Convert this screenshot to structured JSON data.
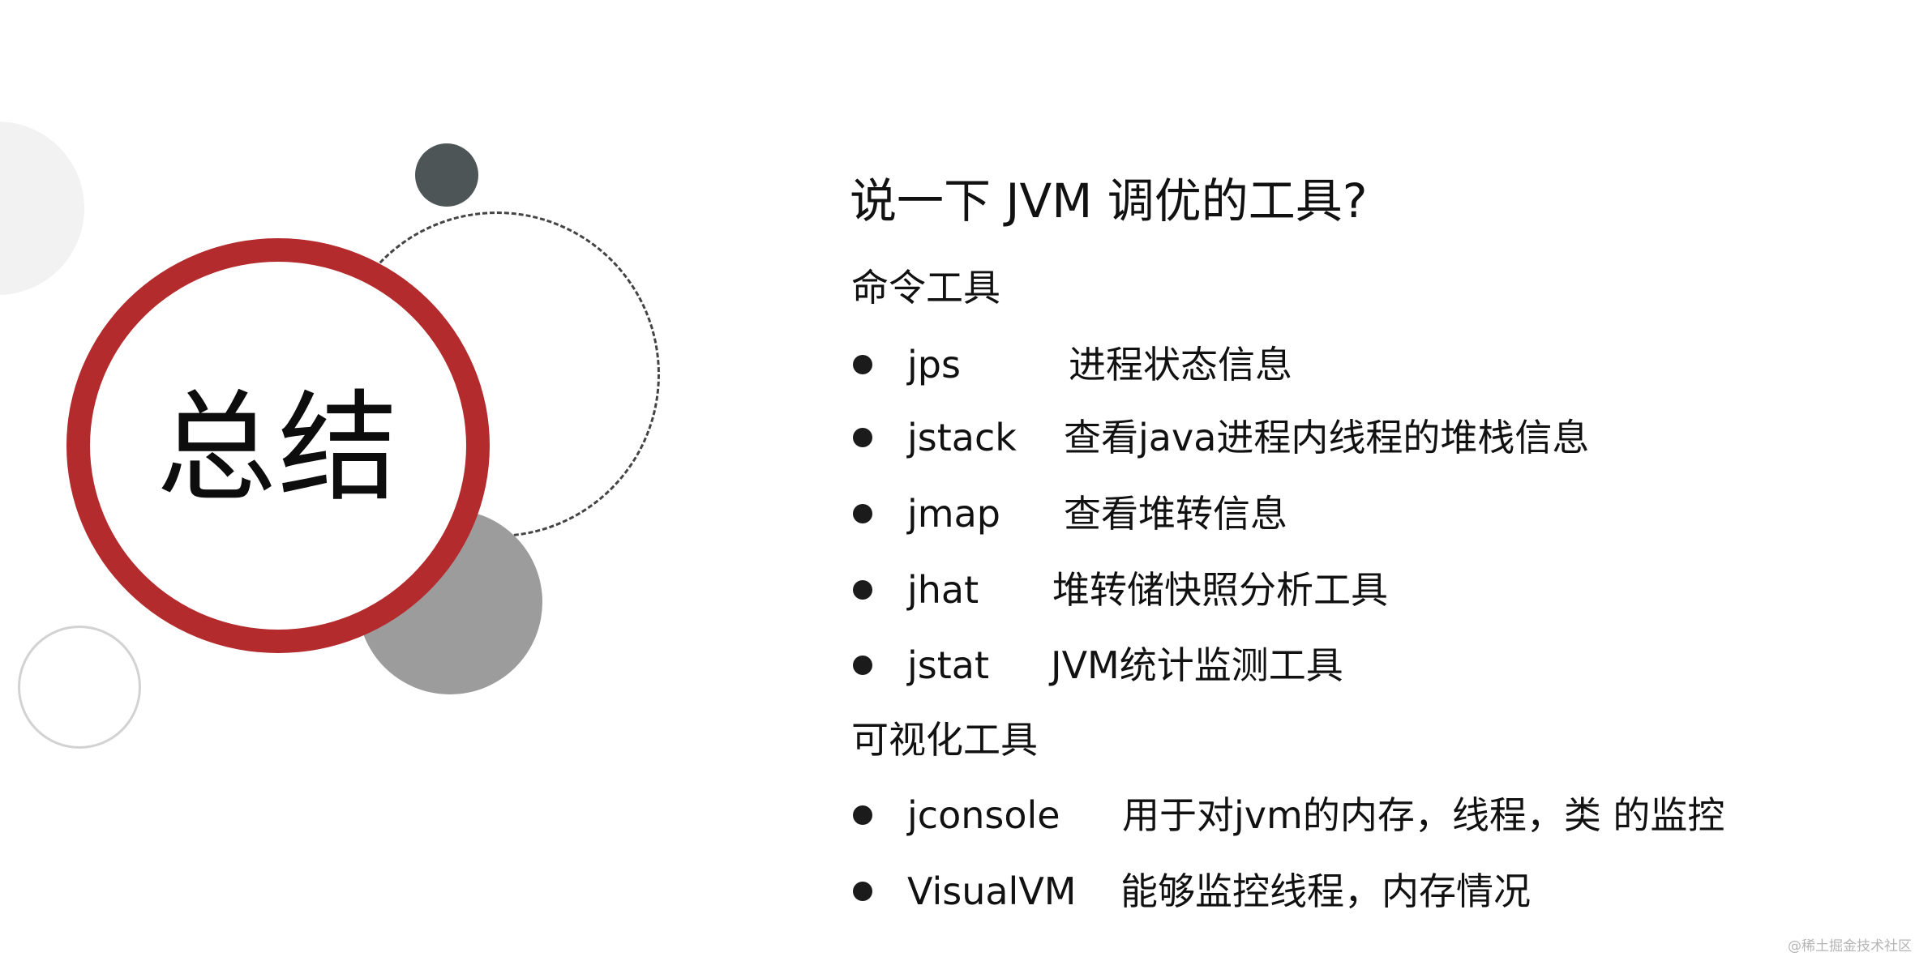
{
  "summary_title": "总结",
  "question": "说一下 JVM 调优的工具?",
  "command_tools": {
    "label": "命令工具",
    "items": [
      {
        "name": "jps",
        "desc": "进程状态信息"
      },
      {
        "name": "jstack",
        "desc": "查看java进程内线程的堆栈信息"
      },
      {
        "name": "jmap",
        "desc": "查看堆转信息"
      },
      {
        "name": "jhat",
        "desc": "堆转储快照分析工具"
      },
      {
        "name": "jstat",
        "desc": "JVM统计监测工具"
      }
    ]
  },
  "visual_tools": {
    "label": "可视化工具",
    "items": [
      {
        "name": "jconsole",
        "desc": "用于对jvm的内存，线程，类 的监控"
      },
      {
        "name": "VisualVM",
        "desc": "能够监控线程，内存情况"
      }
    ]
  },
  "watermark": "@稀土掘金技术社区",
  "colors": {
    "accent_red": "#b42b2d",
    "dark_circle": "#4d5557",
    "gray_circle": "#9c9c9c"
  }
}
